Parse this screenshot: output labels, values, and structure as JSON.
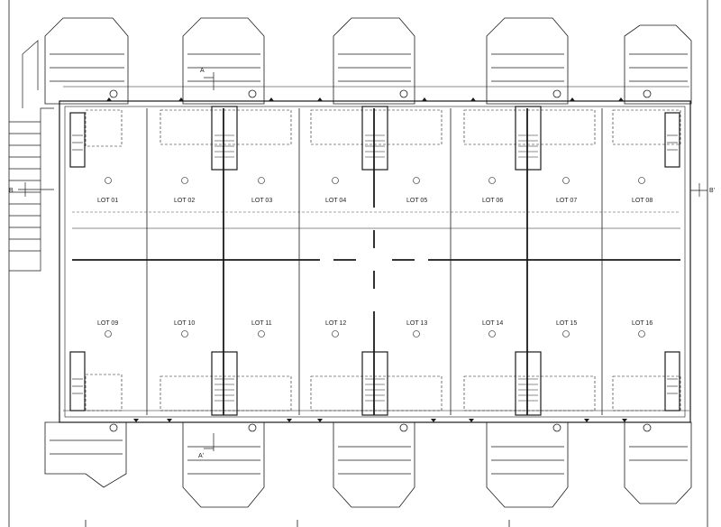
{
  "drawing": {
    "lots_top": [
      "LOT 01",
      "LOT 02",
      "LOT 03",
      "LOT 04",
      "LOT 05",
      "LOT 06",
      "LOT 07",
      "LOT 08"
    ],
    "lots_bottom": [
      "LOT 09",
      "LOT 10",
      "LOT 11",
      "LOT 12",
      "LOT 13",
      "LOT 14",
      "LOT 15",
      "LOT 16"
    ],
    "section_marks": {
      "a_top": "A",
      "a_bottom": "A'",
      "b_left": "B",
      "b_right": "B'"
    },
    "line_color": "#1a1a1a"
  }
}
